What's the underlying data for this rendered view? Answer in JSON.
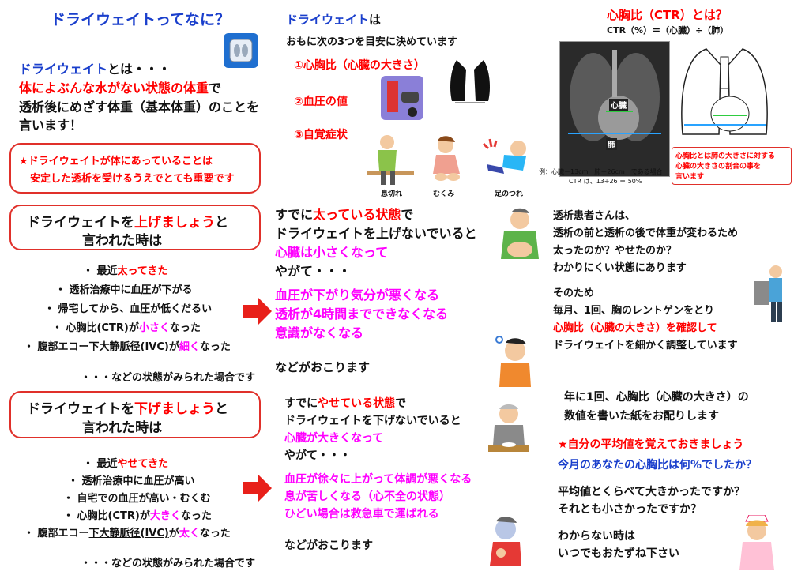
{
  "col1": {
    "title": "ドライウェイトってなに？",
    "def_term": "ドライウェイト",
    "def_suffix": "とは・・・",
    "def_line1": "体によぶんな水がない状態の体重",
    "def_line1_suffix": "で",
    "def_line2": "透析後にめざす体重（基本体重）のことを",
    "def_line3": "言います！",
    "importance_1": "★ドライウェイトが体にあっていることは",
    "importance_2": "安定した透析を受けるうえでとても重要です",
    "raise": {
      "head_a": "ドライウェイトを",
      "head_b": "上げましょう",
      "head_c": "と",
      "head_2": "言われた時は",
      "b1_pre": "・ 最近",
      "b1_em": "太ってきた",
      "b2": "・ 透析治療中に血圧が下がる",
      "b3": "・ 帰宅してから、血圧が低くだるい",
      "b4_pre": "・ 心胸比(CTR)が",
      "b4_em": "小さく",
      "b4_post": "なった",
      "b5_pre": "・ 腹部エコー",
      "b5_ul": "下大静脈径(IVC)",
      "b5_mid": "が",
      "b5_em": "細く",
      "b5_post": "なった",
      "footer": "・・・などの状態がみられた場合です"
    },
    "lower": {
      "head_a": "ドライウェイトを",
      "head_b": "下げましょう",
      "head_c": "と",
      "head_2": "言われた時は",
      "b1_pre": "・ 最近",
      "b1_em": "やせてきた",
      "b2": "・ 透析治療中に血圧が高い",
      "b3": "・ 自宅での血圧が高い・むくむ",
      "b4_pre": "・ 心胸比(CTR)が",
      "b4_em": "大きく",
      "b4_post": "なった",
      "b5_pre": "・ 腹部エコー",
      "b5_ul": "下大静脈径(IVC)",
      "b5_mid": "が",
      "b5_em": "太く",
      "b5_post": "なった",
      "footer": "・・・などの状態がみられた場合です"
    }
  },
  "col2": {
    "head_term": "ドライウェイト",
    "head_suffix": "は",
    "head_2": "おもに次の3つを目安に決めています",
    "item1": "①心胸比（心臓の大きさ）",
    "item2": "②血圧の値",
    "item3": "③自覚症状",
    "caption_breath": "息切れ",
    "caption_swelling": "むくみ",
    "caption_cramp": "足のつれ",
    "raise_effect": {
      "l1_pre": "すでに",
      "l1_em": "太っている状態",
      "l1_post": "で",
      "l2": "ドライウェイトを上げないでいると",
      "l3_em": "心臓",
      "l3_post": "は小さくなって",
      "l4": "やがて・・・",
      "m1": "血圧が下がり気分が悪くなる",
      "m2": "透析が4時間までできなくなる",
      "m3": "意識がなくなる",
      "end": "などがおこります"
    },
    "lower_effect": {
      "l1_pre": "すでに",
      "l1_em": "やせている状態",
      "l1_post": "で",
      "l2": "ドライウェイトを下げないでいると",
      "l3_em": "心臓",
      "l3_post": "が大きくなって",
      "l4": "やがて・・・",
      "m1": "血圧が徐々に上がって体調が悪くなる",
      "m2": "息が苦しくなる（心不全の状態）",
      "m3": "ひどい場合は救急車で運ばれる",
      "end": "などがおこります"
    }
  },
  "col3": {
    "ctr_title": "心胸比（CTR）とは？",
    "ctr_formula": "CTR（%）＝（心臓）÷（肺）",
    "xray_heart_label": "心臓",
    "xray_lung_label": "肺",
    "xray_example_1": "例：心臓－13cm　肺－26cm　である場合",
    "xray_example_2": "CTR は、13÷26 ＝ 50%",
    "diagram_note_1": "心胸比とは肺の大きさに対する",
    "diagram_note_2": "心臓の大きさの割合の事を",
    "diagram_note_3": "言います",
    "p1_1": "透析患者さんは、",
    "p1_2": "透析の前と透析の後で体重が変わるため",
    "p1_3": "太ったのか？やせたのか？",
    "p1_4": "わかりにくい状態にあります",
    "p2_1": "そのため",
    "p2_2": "毎月、1回、胸のレントゲンをとり",
    "p2_3": "心胸比（心臓の大きさ）を確認して",
    "p2_4": "ドライウェイトを細かく調整しています",
    "p3_1": "年に1回、心胸比（心臓の大きさ）の",
    "p3_2": "数値を書いた紙をお配りします",
    "p4_star": "★自分の平均値を覚えておきましょう",
    "p4_q": "今月のあなたの心胸比は何%でしたか？",
    "p5_1": "平均値とくらべて大きかったですか？",
    "p5_2": "それとも小さかったですか？",
    "p6_1": "わからない時は",
    "p6_2": "いつでもおたずね下さい"
  },
  "colors": {
    "accent_blue": "#1a3fcc",
    "accent_red": "#ff0000",
    "accent_magenta": "#ff00ff",
    "box_border": "#e0302a"
  }
}
